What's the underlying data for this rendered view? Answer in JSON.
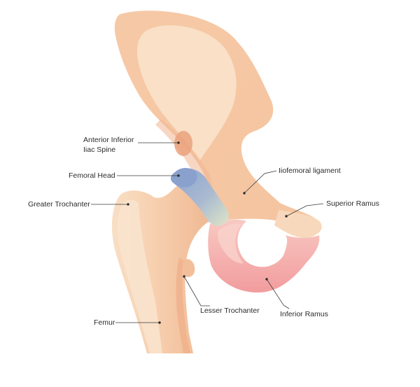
{
  "diagram": {
    "labels": {
      "anterior_inferior_iliac_spine_line1": "Anterior Inferior",
      "anterior_inferior_iliac_spine_line2": "Iiac Spine",
      "femoral_head": "Femoral Head",
      "greater_trochanter": "Greater Trochanter",
      "femur": "Femur",
      "iliofemoral_ligament": "Iiofemoral ligament",
      "superior_ramus": "Superior Ramus",
      "lesser_trochanter": "Lesser Trochanter",
      "inferior_ramus": "Inferior Ramus"
    },
    "colors": {
      "bone_base": "#f7cba8",
      "bone_light": "#f9e1c8",
      "bone_shadow": "#eeb58e",
      "spine_accent": "#e9a47f",
      "ramus_pink": "#f4a5a5",
      "ramus_pink_light": "#f8c2bd",
      "femoral_head_blue": "#8ea6cf",
      "cartilage_green": "#d5ddc6",
      "leader_line": "#3a3a3a"
    }
  }
}
